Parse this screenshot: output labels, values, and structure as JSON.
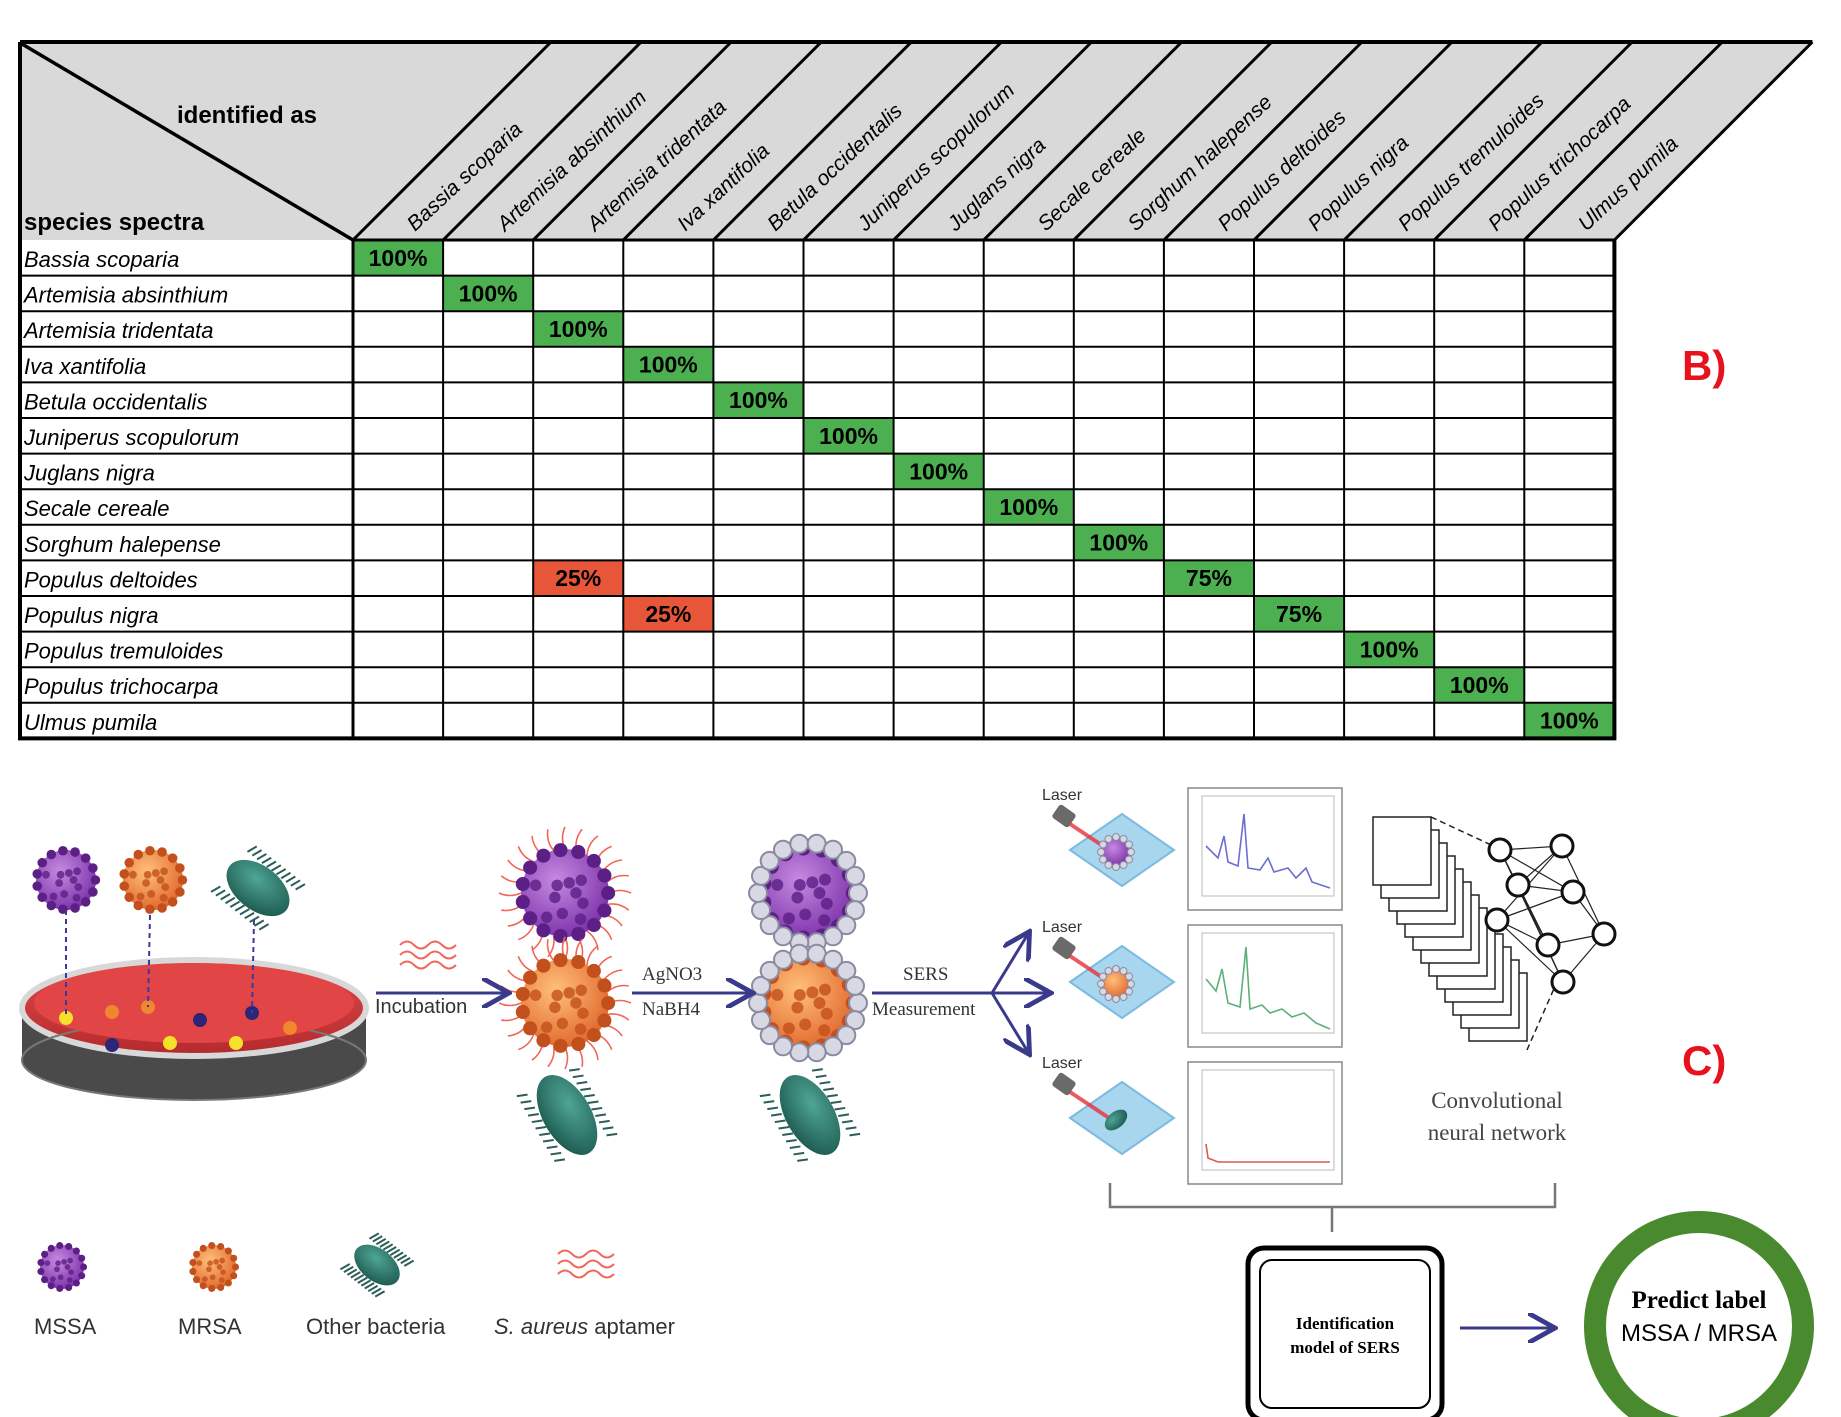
{
  "panel_b": {
    "label": "B)",
    "corner_top": "identified as",
    "corner_bottom": "species spectra",
    "species": [
      "Bassia scoparia",
      "Artemisia absinthium",
      "Artemisia tridentata",
      "Iva xantifolia",
      "Betula occidentalis",
      "Juniperus scopulorum",
      "Juglans nigra",
      "Secale cereale",
      "Sorghum halepense",
      "Populus deltoides",
      "Populus nigra",
      "Populus tremuloides",
      "Populus trichocarpa",
      "Ulmus pumila"
    ],
    "cells": [
      {
        "row": 0,
        "col": 0,
        "text": "100%",
        "kind": "correct"
      },
      {
        "row": 1,
        "col": 1,
        "text": "100%",
        "kind": "correct"
      },
      {
        "row": 2,
        "col": 2,
        "text": "100%",
        "kind": "correct"
      },
      {
        "row": 3,
        "col": 3,
        "text": "100%",
        "kind": "correct"
      },
      {
        "row": 4,
        "col": 4,
        "text": "100%",
        "kind": "correct"
      },
      {
        "row": 5,
        "col": 5,
        "text": "100%",
        "kind": "correct"
      },
      {
        "row": 6,
        "col": 6,
        "text": "100%",
        "kind": "correct"
      },
      {
        "row": 7,
        "col": 7,
        "text": "100%",
        "kind": "correct"
      },
      {
        "row": 8,
        "col": 8,
        "text": "100%",
        "kind": "correct"
      },
      {
        "row": 9,
        "col": 2,
        "text": "25%",
        "kind": "error"
      },
      {
        "row": 9,
        "col": 9,
        "text": "75%",
        "kind": "correct"
      },
      {
        "row": 10,
        "col": 3,
        "text": "25%",
        "kind": "error"
      },
      {
        "row": 10,
        "col": 10,
        "text": "75%",
        "kind": "correct"
      },
      {
        "row": 11,
        "col": 11,
        "text": "100%",
        "kind": "correct"
      },
      {
        "row": 12,
        "col": 12,
        "text": "100%",
        "kind": "correct"
      },
      {
        "row": 13,
        "col": 13,
        "text": "100%",
        "kind": "correct"
      }
    ],
    "colors": {
      "correct": "#4cb051",
      "error": "#e8563a",
      "header": "#d9d9d9",
      "grid": "#000000"
    }
  },
  "panel_c": {
    "label": "C)",
    "incubation_label": "Incubation",
    "reagent_1": "AgNO3",
    "reagent_2": "NaBH4",
    "sers_label": "SERS",
    "measurement_label": "Measurement",
    "laser_label": "Laser",
    "cnn_line_1": "Convolutional",
    "cnn_line_2": "neural network",
    "model_line_1": "Identification",
    "model_line_2": "model of SERS",
    "predict_line_1": "Predict label",
    "predict_line_2": "MSSA / MRSA",
    "legend": {
      "mssa": "MSSA",
      "mrsa": "MRSA",
      "other": "Other bacteria",
      "aptamer_italic": "S. aureus",
      "aptamer_rest": " aptamer"
    },
    "colors": {
      "mssa": "#9b4fc4",
      "mrsa": "#f08a3a",
      "other": "#2b7d70",
      "aptamer": "#f0675a",
      "arrow": "#3a3a8c",
      "ring": "#4a8a2f",
      "dish": "#d8393b"
    }
  }
}
